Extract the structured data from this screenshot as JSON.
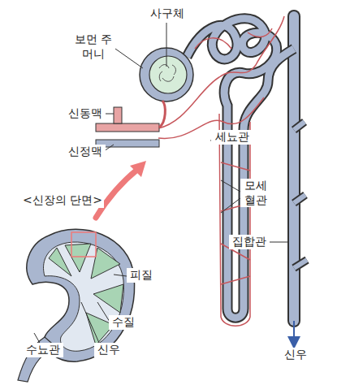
{
  "diagram": {
    "labels": [
      "사구체",
      "보먼 주머니",
      "신동맥",
      "신정맥",
      "세뇨관",
      "모세 혈관",
      "집합관",
      "<신장의 단면>",
      "피질",
      "수질",
      "신우",
      "수뇨관",
      "신우"
    ]
  }
}
